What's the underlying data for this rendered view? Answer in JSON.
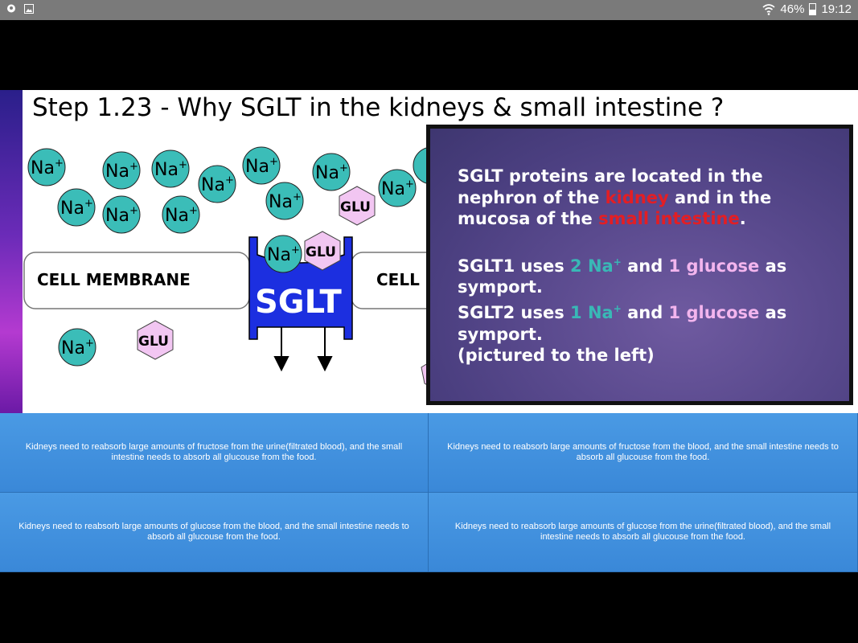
{
  "status_bar": {
    "battery_percent": "46%",
    "time": "19:12",
    "battery_level": 0.46,
    "icons": [
      "notification-icon",
      "image-icon",
      "wifi-icon",
      "battery-icon"
    ]
  },
  "slide": {
    "title": "Step 1.23 - Why SGLT in the kidneys & small intestine ?",
    "ion_label": "Na",
    "ion_charge": "+",
    "glucose_label": "GLU",
    "membrane_label": "CELL MEMBRANE",
    "membrane_label_right": "CELL M",
    "transporter_label": "SGLT",
    "colors": {
      "ion_fill": "#3bbdb8",
      "glucose_fill": "#f2c6f2",
      "transporter": "#1c2fe0",
      "panel": "#5a4a8e"
    }
  },
  "info": {
    "p1_a": "SGLT proteins are located in the nephron of the ",
    "p1_kidney": "kidney",
    "p1_b": " and in the mucosa of the ",
    "p1_intestine": "small intestine",
    "p1_c": ".",
    "sglt1_a": "SGLT1 uses ",
    "sglt1_na": "2 Na",
    "sglt1_b": " and ",
    "sglt1_glucose": "1 glucose",
    "sglt1_c": " as symport.",
    "sglt2_a": "SGLT2 uses ",
    "sglt2_na": "1 Na",
    "sglt2_b": " and ",
    "sglt2_glucose": "1 glucose",
    "sglt2_c": " as symport.",
    "pictured": "(pictured to the left)",
    "plus": "+"
  },
  "answers": [
    "Kidneys need to reabsorb large amounts of fructose from the urine(filtrated blood), and the small intestine needs to absorb all glucouse from the food.",
    "Kidneys need to reabsorb large amounts of fructose from the blood, and the small intestine needs to absorb all glucouse from the food.",
    "Kidneys need to reabsorb large amounts of glucose from the blood, and the small intestine needs to absorb all glucouse from the food.",
    "Kidneys need to reabsorb large amounts of glucose from the urine(filtrated blood), and the small intestine needs to absorb all glucouse from the food."
  ]
}
